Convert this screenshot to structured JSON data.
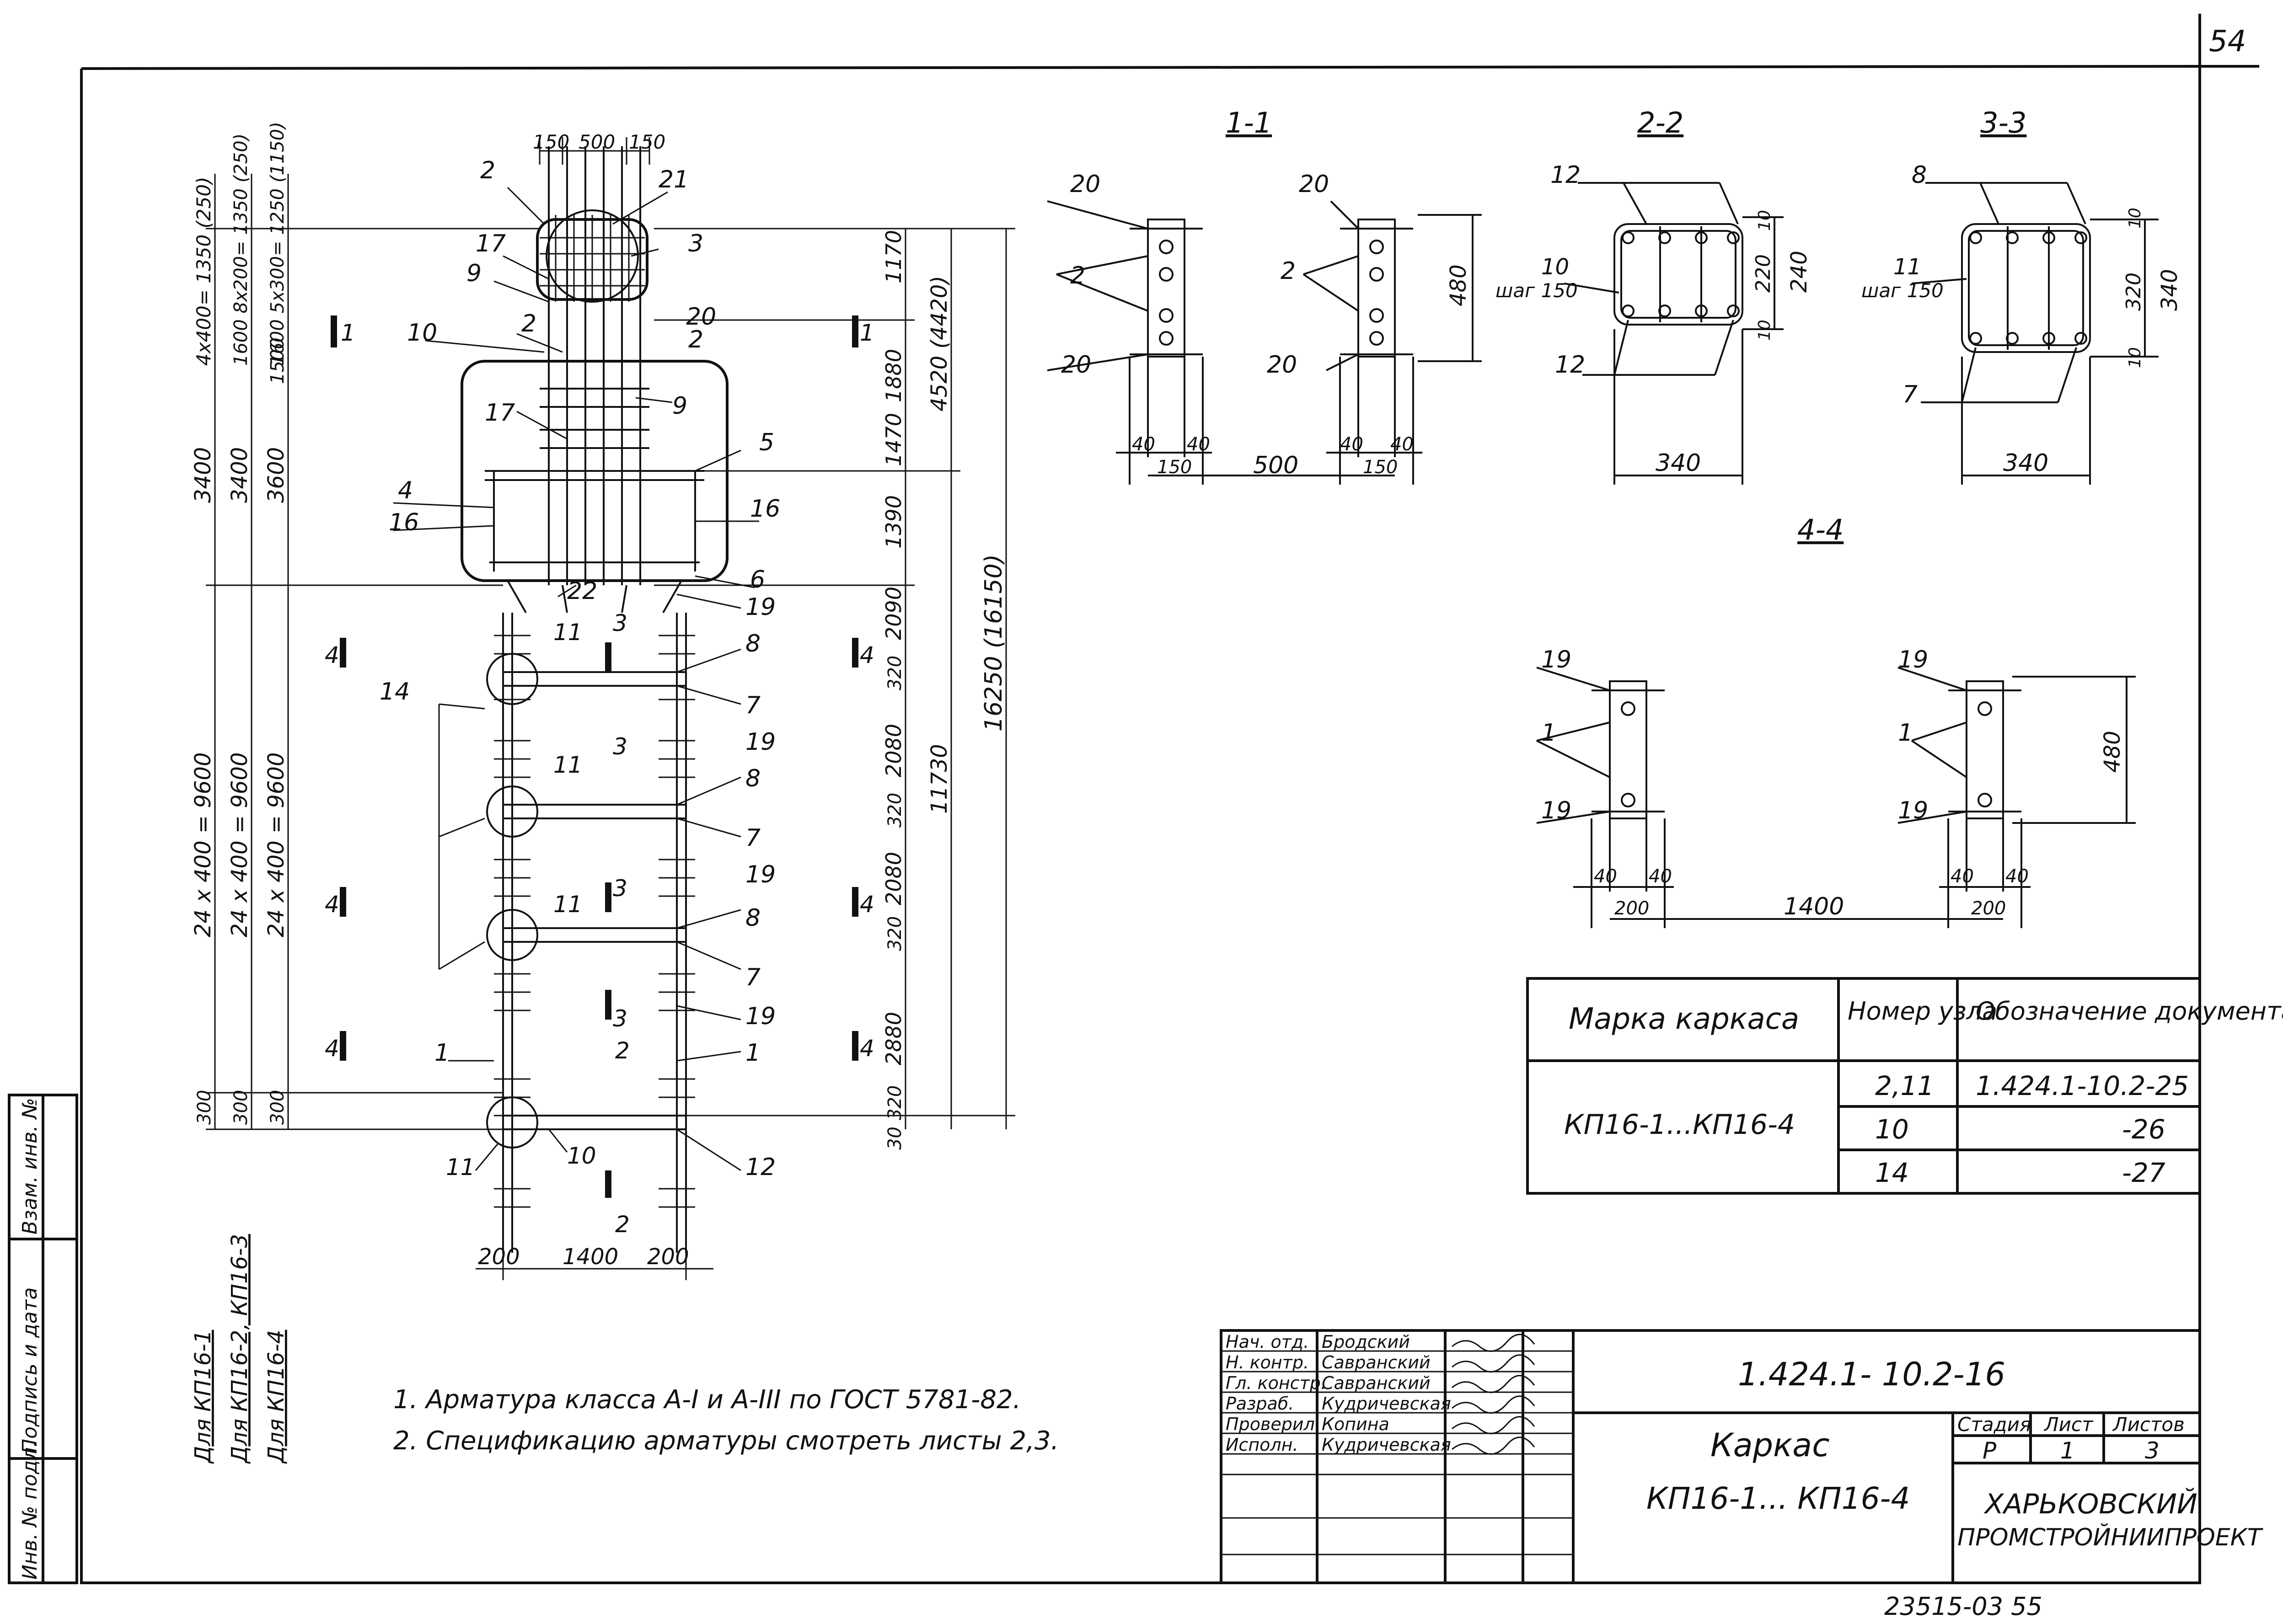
{
  "sheet_corner_number": "54",
  "page_footer": "23515-03  55",
  "sections": [
    "1-1",
    "2-2",
    "3-3",
    "4-4"
  ],
  "main_view": {
    "top_dims": [
      "150",
      "500",
      "150"
    ],
    "bottom_dims": [
      "200",
      "1400",
      "200"
    ],
    "right_dims": [
      "1170",
      "1880",
      "1470",
      "1390",
      "2090",
      "320",
      "2080",
      "320",
      "2080",
      "320",
      "2880",
      "320",
      "30"
    ],
    "right_totals": [
      "4520 (4420)",
      "11730",
      "16250 (16150)"
    ],
    "left_col1": [
      "4x400= 1350 (250)",
      "3400",
      "24 x 400 = 9600",
      "300"
    ],
    "left_col2": [
      "1600 8x200= 1350 (250)",
      "3400",
      "24 x 400 = 9600",
      "300"
    ],
    "left_col3": [
      "1600 5x300= 1250 (1150)",
      "1500",
      "3600",
      "24 x 400 = 9600",
      "300"
    ],
    "column_captions": [
      "Для КП16-1",
      "Для КП16-2, КП16-3",
      "Для КП16-4"
    ],
    "section_marks": [
      "1",
      "1",
      "2",
      "2",
      "3",
      "3",
      "3",
      "3",
      "4",
      "4",
      "4",
      "4",
      "4",
      "4"
    ],
    "callouts": [
      "2",
      "21",
      "3",
      "17",
      "9",
      "20",
      "10",
      "2",
      "2",
      "17",
      "9",
      "5",
      "4",
      "16",
      "16",
      "6",
      "22",
      "19",
      "11",
      "8",
      "14",
      "7",
      "19",
      "11",
      "8",
      "7",
      "19",
      "11",
      "8",
      "7",
      "19",
      "1",
      "1",
      "11",
      "10",
      "12"
    ]
  },
  "section_1_1": {
    "dims": [
      "40",
      "40",
      "150",
      "500",
      "40",
      "40",
      "150",
      "480"
    ],
    "callouts": [
      "20",
      "2",
      "20",
      "20",
      "2",
      "20"
    ]
  },
  "section_2_2": {
    "dims": [
      "10",
      "220",
      "240",
      "10",
      "340"
    ],
    "callouts": [
      "12",
      "10",
      "шаг 150",
      "12"
    ]
  },
  "section_3_3": {
    "dims": [
      "10",
      "320",
      "340",
      "10",
      "340"
    ],
    "callouts": [
      "8",
      "11",
      "шаг 150",
      "7"
    ]
  },
  "section_4_4": {
    "dims": [
      "40",
      "40",
      "200",
      "1400",
      "40",
      "40",
      "200",
      "480"
    ],
    "callouts": [
      "19",
      "1",
      "19",
      "19",
      "1",
      "19"
    ]
  },
  "notes": [
    "1. Арматура класса А-I и А-III по ГОСТ 5781-82.",
    "2. Спецификацию арматуры смотреть листы 2,3."
  ],
  "node_table": {
    "headers": [
      "Марка каркаса",
      "Номер узла",
      "Обозначение документа"
    ],
    "mark": "КП16-1...КП16-4",
    "rows": [
      {
        "node": "2,11",
        "doc": "1.424.1-10.2-25"
      },
      {
        "node": "10",
        "doc": "-26"
      },
      {
        "node": "14",
        "doc": "-27"
      }
    ]
  },
  "left_margin_labels": [
    "Инв. № подл.",
    "Подпись и дата",
    "Взам. инв. №"
  ],
  "title_block": {
    "signatures": [
      {
        "role": "Нач. отд.",
        "name": "Бродский"
      },
      {
        "role": "Н. контр.",
        "name": "Савранский"
      },
      {
        "role": "Гл. констр.",
        "name": "Савранский"
      },
      {
        "role": "Разраб.",
        "name": "Кудричевская"
      },
      {
        "role": "Проверил",
        "name": "Копина"
      },
      {
        "role": "Исполн.",
        "name": "Кудричевская"
      }
    ],
    "document_code": "1.424.1- 10.2-16",
    "title_line1": "Каркас",
    "title_line2": "КП16-1... КП16-4",
    "stage_header": "Стадия",
    "sheet_header": "Лист",
    "sheets_header": "Листов",
    "stage": "Р",
    "sheet": "1",
    "sheets": "3",
    "organization_line1": "ХАРЬКОВСКИЙ",
    "organization_line2": "ПРОМСТРОЙНИИПРОЕКТ"
  }
}
